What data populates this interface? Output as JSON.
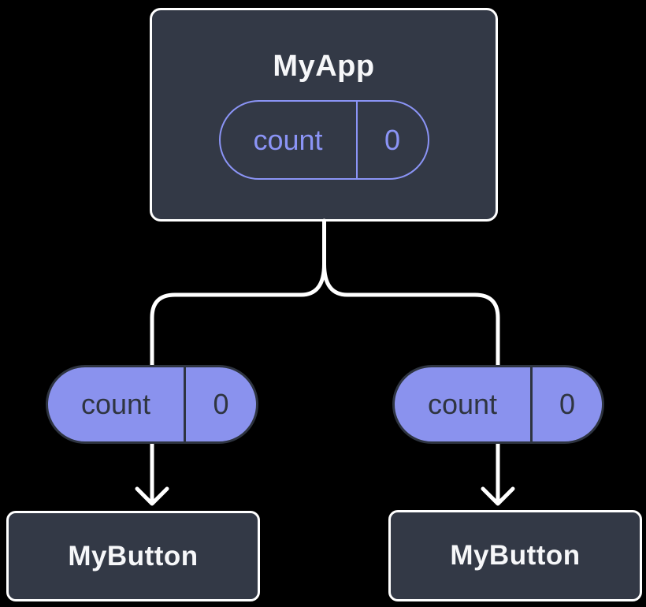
{
  "diagram": {
    "description": "React component tree with shared state",
    "root": {
      "title": "MyApp",
      "state": {
        "name": "count",
        "value": "0"
      }
    },
    "children": [
      {
        "component": "MyButton",
        "state": {
          "name": "count",
          "value": "0"
        }
      },
      {
        "component": "MyButton",
        "state": {
          "name": "count",
          "value": "0"
        }
      }
    ],
    "colors": {
      "background": "#000000",
      "card_fill": "#333946",
      "card_border": "#FFFFFF",
      "card_text": "#F6F7F9",
      "state_pill_fill": "#8A92EE",
      "state_pill_dark": "#2E3440",
      "state_accent": "#8B94F6",
      "connector": "#FFFFFF"
    }
  }
}
